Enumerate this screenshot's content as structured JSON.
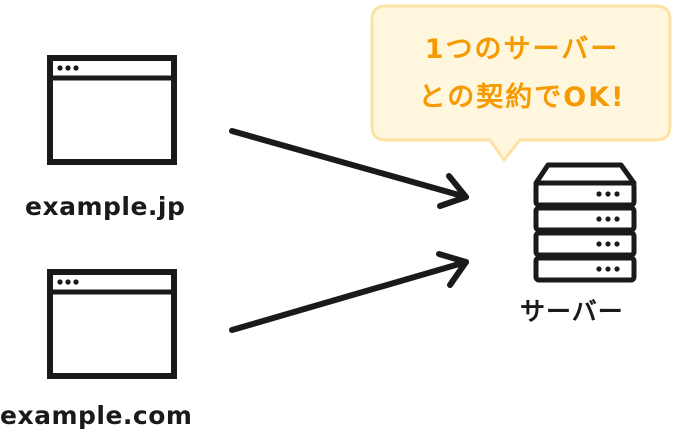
{
  "sites": [
    {
      "domain": "example.jp"
    },
    {
      "domain": "example.com"
    }
  ],
  "server": {
    "label": "サーバー"
  },
  "callout": {
    "line1": "1つのサーバー",
    "line2": "との契約でOK!"
  },
  "colors": {
    "bubble_fill": "#fff6de",
    "bubble_border": "#fce3a4",
    "bubble_text": "#f59a00",
    "stroke": "#1a1a1a"
  },
  "icons": {
    "site": "browser-window-icon",
    "server": "server-rack-icon"
  }
}
